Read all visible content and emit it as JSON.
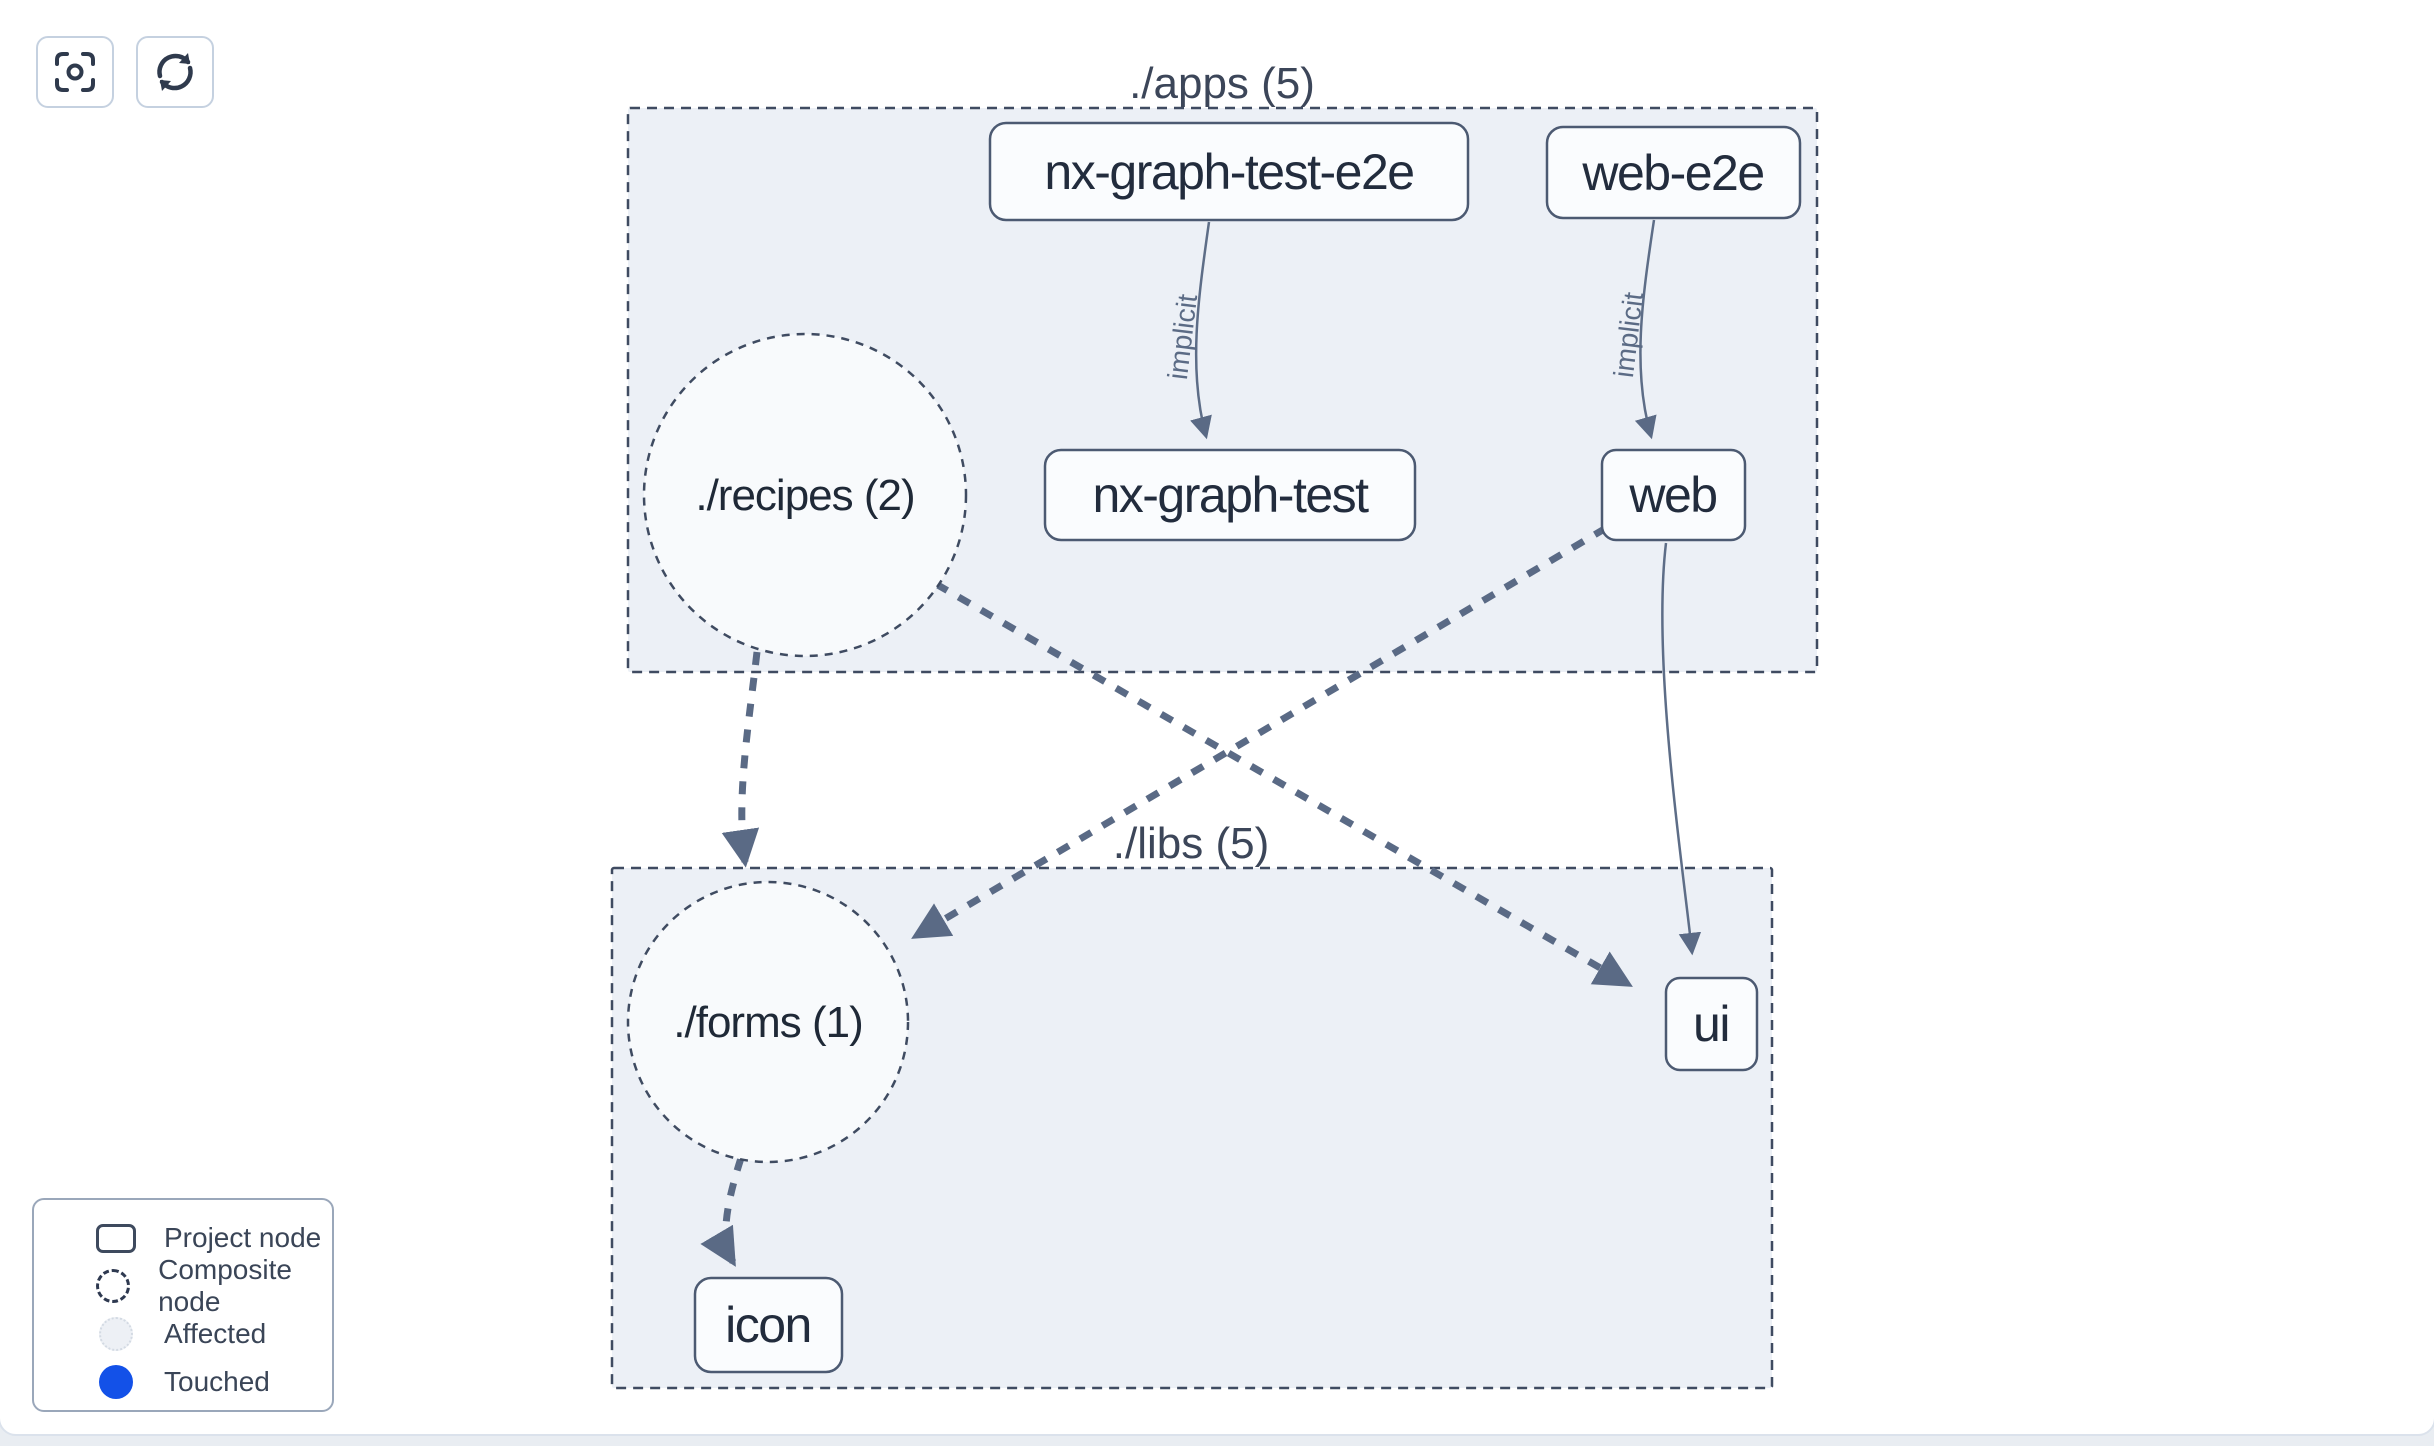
{
  "toolbar": {
    "buttons": [
      {
        "icon": "focus-center-icon"
      },
      {
        "icon": "refresh-icon"
      }
    ]
  },
  "graph": {
    "groups": [
      {
        "id": "apps",
        "label": "./apps (5)"
      },
      {
        "id": "libs",
        "label": "./libs (5)"
      }
    ],
    "composite_nodes": [
      {
        "id": "recipes",
        "label": "./recipes (2)",
        "group": "apps"
      },
      {
        "id": "forms",
        "label": "./forms (1)",
        "group": "libs"
      }
    ],
    "project_nodes": [
      {
        "id": "nx-graph-test-e2e",
        "label": "nx-graph-test-e2e",
        "group": "apps"
      },
      {
        "id": "web-e2e",
        "label": "web-e2e",
        "group": "apps"
      },
      {
        "id": "nx-graph-test",
        "label": "nx-graph-test",
        "group": "apps"
      },
      {
        "id": "web",
        "label": "web",
        "group": "apps"
      },
      {
        "id": "ui",
        "label": "ui",
        "group": "libs"
      },
      {
        "id": "icon",
        "label": "icon",
        "group": "libs"
      }
    ],
    "edges": [
      {
        "from": "nx-graph-test-e2e",
        "to": "nx-graph-test",
        "type": "implicit",
        "label": "implicit"
      },
      {
        "from": "web-e2e",
        "to": "web",
        "type": "implicit",
        "label": "implicit"
      },
      {
        "from": "./recipes (2)",
        "to": "./forms (1)",
        "type": "dashed-dependency",
        "label": ""
      },
      {
        "from": "./recipes (2)",
        "to": "ui",
        "type": "dashed-dependency",
        "label": ""
      },
      {
        "from": "web",
        "to": "./forms (1)",
        "type": "dashed-dependency",
        "label": ""
      },
      {
        "from": "web",
        "to": "ui",
        "type": "direct",
        "label": ""
      },
      {
        "from": "./forms (1)",
        "to": "icon",
        "type": "dashed-dependency",
        "label": ""
      }
    ]
  },
  "legend": {
    "items": [
      {
        "swatch": "project-node-swatch",
        "label": "Project node"
      },
      {
        "swatch": "composite-node-swatch",
        "label": "Composite node"
      },
      {
        "swatch": "affected-swatch",
        "label": "Affected"
      },
      {
        "swatch": "touched-swatch",
        "label": "Touched"
      }
    ]
  },
  "colors": {
    "group_fill": "#ecf0f6",
    "group_border": "#3f4b61",
    "node_fill": "#fafcfe",
    "node_border": "#4c5a72",
    "edge": "#5a6a85",
    "touched_blue": "#1351e8",
    "affected_fill": "#edf0f5"
  }
}
